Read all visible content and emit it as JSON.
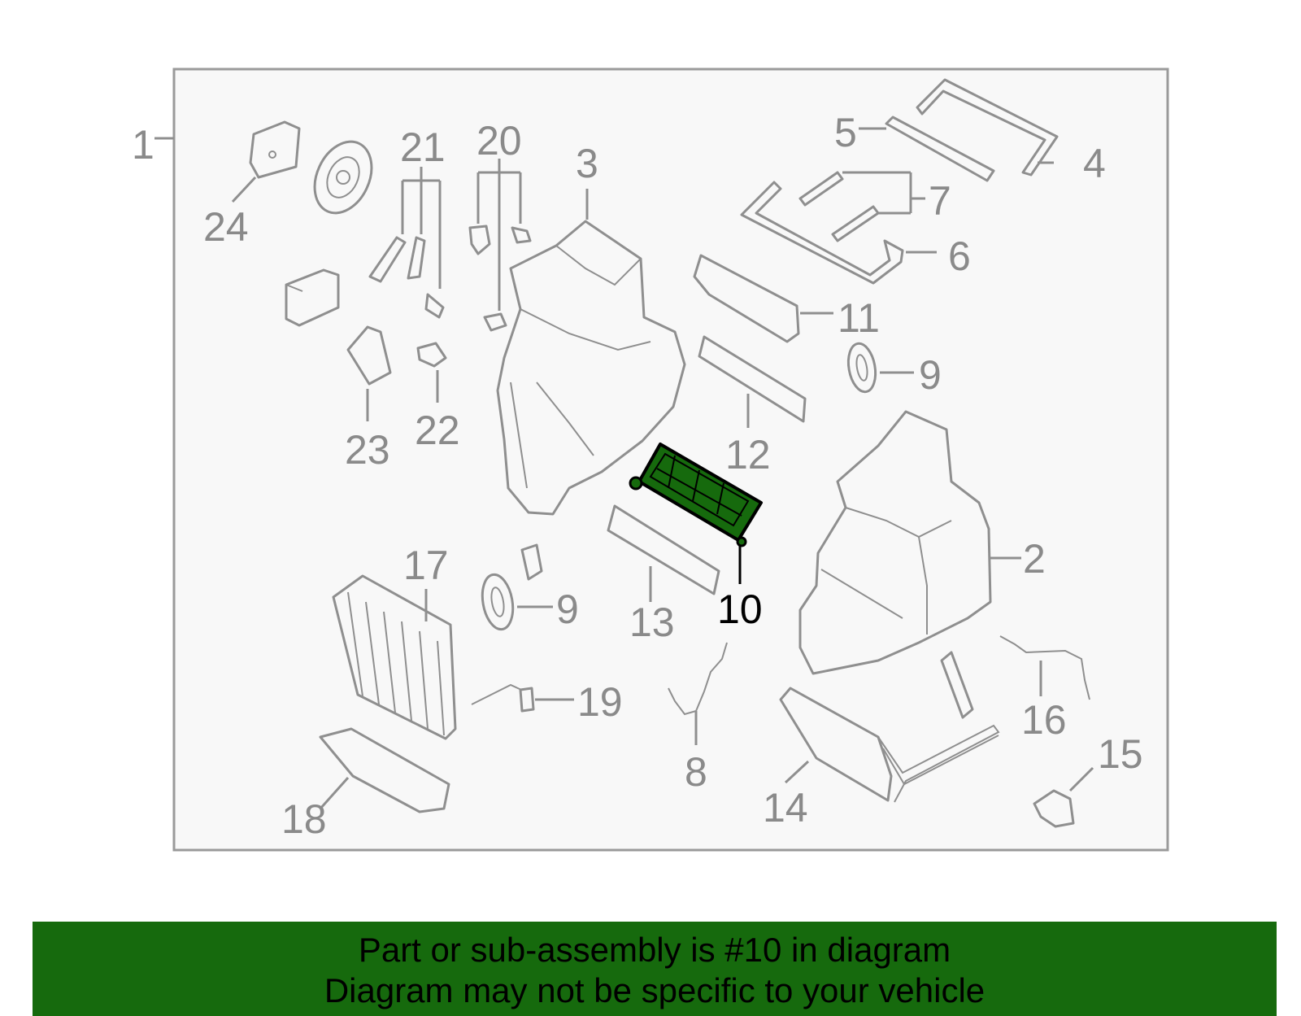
{
  "callouts": [
    {
      "id": "1",
      "label": "1"
    },
    {
      "id": "2",
      "label": "2"
    },
    {
      "id": "3",
      "label": "3"
    },
    {
      "id": "4",
      "label": "4"
    },
    {
      "id": "5",
      "label": "5"
    },
    {
      "id": "6",
      "label": "6"
    },
    {
      "id": "7",
      "label": "7"
    },
    {
      "id": "8",
      "label": "8"
    },
    {
      "id": "9a",
      "label": "9"
    },
    {
      "id": "9b",
      "label": "9"
    },
    {
      "id": "10",
      "label": "10"
    },
    {
      "id": "11",
      "label": "11"
    },
    {
      "id": "12",
      "label": "12"
    },
    {
      "id": "13",
      "label": "13"
    },
    {
      "id": "14",
      "label": "14"
    },
    {
      "id": "15",
      "label": "15"
    },
    {
      "id": "16",
      "label": "16"
    },
    {
      "id": "17",
      "label": "17"
    },
    {
      "id": "18",
      "label": "18"
    },
    {
      "id": "19",
      "label": "19"
    },
    {
      "id": "20",
      "label": "20"
    },
    {
      "id": "21",
      "label": "21"
    },
    {
      "id": "22",
      "label": "22"
    },
    {
      "id": "23",
      "label": "23"
    },
    {
      "id": "24",
      "label": "24"
    }
  ],
  "highlight_part": "10",
  "colors": {
    "highlight": "#166a0d",
    "banner": "#166a0d",
    "lines": "#8f8f8f",
    "frame_bg": "#f8f8f8"
  },
  "banner": {
    "line1": "Part or sub-assembly is #10 in diagram",
    "line2": "Diagram may not be specific to your vehicle"
  }
}
